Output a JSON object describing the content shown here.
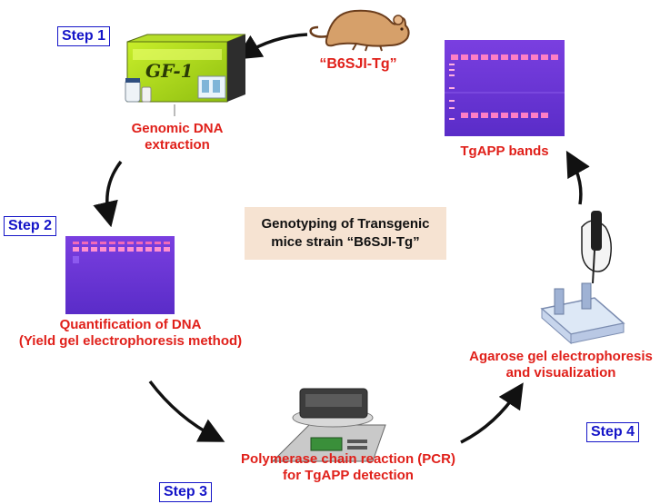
{
  "title": {
    "line1": "Genotyping of Transgenic",
    "line2": "mice strain “B6SJI-Tg”"
  },
  "mouse_label": "“B6SJI-Tg”",
  "steps": {
    "step1": "Step 1",
    "step2": "Step 2",
    "step3": "Step 3",
    "step4": "Step 4"
  },
  "labels": {
    "genomic_line1": "Genomic DNA",
    "genomic_line2": "extraction",
    "quant_line1": "Quantification of DNA",
    "quant_line2": "(Yield gel electrophoresis method)",
    "pcr_line1": "Polymerase chain reaction (PCR)",
    "pcr_line2": "for TgAPP detection",
    "agarose_line1": "Agarose gel electrophoresis",
    "agarose_line2": "and visualization",
    "bands": "TgAPP bands"
  },
  "kit_text": "GF-1",
  "colors": {
    "step_blue": "#1515c8",
    "label_red": "#e0201a",
    "center_box": "#f6e3d2",
    "gel_purple": "#6a35d6"
  }
}
